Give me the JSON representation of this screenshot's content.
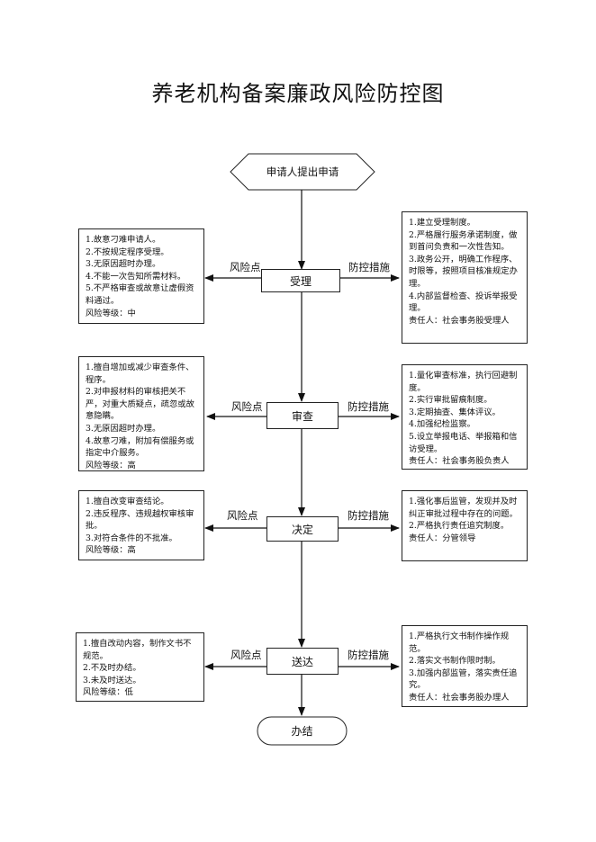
{
  "title": "养老机构备案廉政风险防控图",
  "start": "申请人提出申请",
  "end": "办结",
  "risk_label": "风险点",
  "measure_label": "防控措施",
  "steps": [
    {
      "name": "受理",
      "risks": [
        "1.故意刁难申请人。",
        "2.不按规定程序受理。",
        "3.无原因超时办理。",
        "4.不能一次告知所需材料。",
        "5.不严格审查或故意让虚假资料通过。",
        "风险等级：中"
      ],
      "measures": [
        "1.建立受理制度。",
        "2.严格履行服务承诺制度，做到首问负责和一次性告知。",
        "3.政务公开，明确工作程序、时限等，按照项目核准规定办理。",
        "4.内部监督检查、投诉举报受理。",
        "责任人：社会事务股受理人"
      ]
    },
    {
      "name": "审查",
      "risks": [
        "1.擅自增加或减少审查条件、程序。",
        "2.对申报材料的审核把关不严，对重大质疑点，疏忽或故意隐瞒。",
        "3.无原因超时办理。",
        "4.故意刁难，附加有偿服务或指定中介服务。",
        "风险等级：高"
      ],
      "measures": [
        "1.量化审查标准，执行回避制度。",
        "2.实行审批留痕制度。",
        "3.定期抽查、集体评议。",
        "4.加强纪检监察。",
        "5.设立举报电话、举报箱和信访受理。",
        "责任人：社会事务股负责人"
      ]
    },
    {
      "name": "决定",
      "risks": [
        "1.擅自改变审查结论。",
        "2.违反程序、违规越权审核审批。",
        "3.对符合条件的不批准。",
        "风险等级：高"
      ],
      "measures": [
        "1.强化事后监管，发现并及时纠正审批过程中存在的问题。",
        "2.严格执行责任追究制度。",
        "责任人：分管领导"
      ]
    },
    {
      "name": "送达",
      "risks": [
        "1.擅自改动内容，制作文书不规范。",
        "2.不及时办结。",
        "3.未及时送达。",
        "风险等级：低"
      ],
      "measures": [
        "1.严格执行文书制作操作规范。",
        "2.落实文书制作限时制。",
        "3.加强内部监管，落实责任追究。",
        "责任人：社会事务股办理人"
      ]
    }
  ]
}
